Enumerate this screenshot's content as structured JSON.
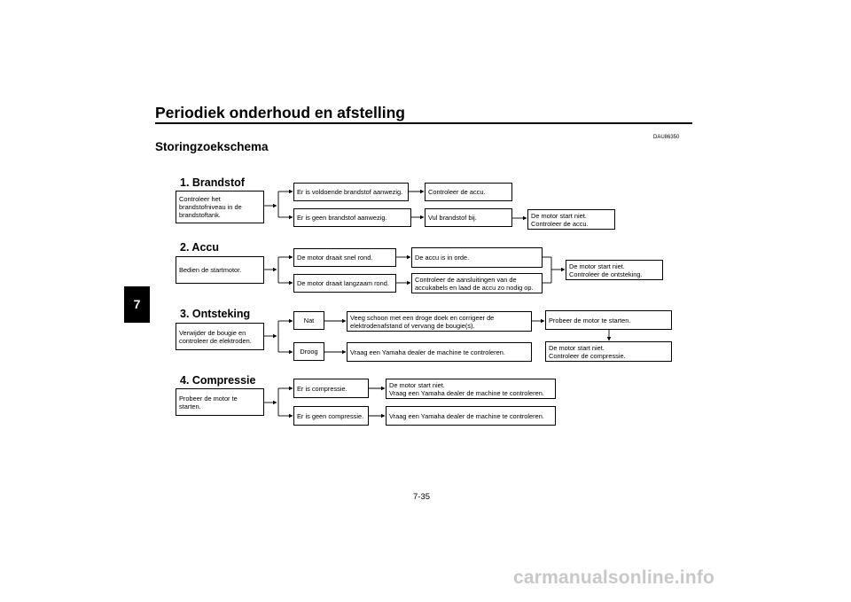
{
  "page": {
    "title": "Periodiek onderhoud en afstelling",
    "chapter": "7",
    "section_title": "Storingzoekschema",
    "doc_code": "DAU86350",
    "page_number": "7-35",
    "watermark": "carmanualsonline.info"
  },
  "sections": [
    {
      "heading": "1. Brandstof",
      "start": "Controleer het brandstofniveau in de brandstoftank.",
      "branch_top": "Er is voldoende brandstof aanwezig.",
      "branch_bottom": "Er is geen brandstof aanwezig.",
      "result_top": "Controleer de accu.",
      "result_bottom": "Vul brandstof bij.",
      "final": [
        "De motor start niet.",
        "Controleer de accu."
      ]
    },
    {
      "heading": "2. Accu",
      "start": "Bedien de startmotor.",
      "branch_top": "De motor draait snel rond.",
      "branch_bottom": "De motor draait langzaam rond.",
      "result_top": "De accu is in orde.",
      "result_bottom": [
        "Controleer de aansluitingen van de",
        "accukabels en laad de accu zo nodig op."
      ],
      "final": [
        "De motor start niet.",
        "Controleer de ontsteking."
      ]
    },
    {
      "heading": "3. Ontsteking",
      "start": [
        "Verwijder de bougie en",
        "controleer de elektroden."
      ],
      "branch_top": "Nat",
      "branch_bottom": "Droog",
      "result_top": [
        "Veeg schoon met een droge doek en corrigeer de",
        "elektrodenafstand of vervang de bougie(s)."
      ],
      "result_bottom": "Vraag een Yamaha dealer de machine te controleren.",
      "next": "Probeer de motor te starten.",
      "final": [
        "De motor start niet.",
        "Controleer de compressie."
      ]
    },
    {
      "heading": "4. Compressie",
      "start": "Probeer de motor te starten.",
      "branch_top": "Er is compressie.",
      "branch_bottom": "Er is geen compressie.",
      "result_top": [
        "De motor start niet.",
        "Vraag een Yamaha dealer de machine te controleren."
      ],
      "result_bottom": "Vraag een Yamaha dealer de machine te controleren."
    }
  ]
}
